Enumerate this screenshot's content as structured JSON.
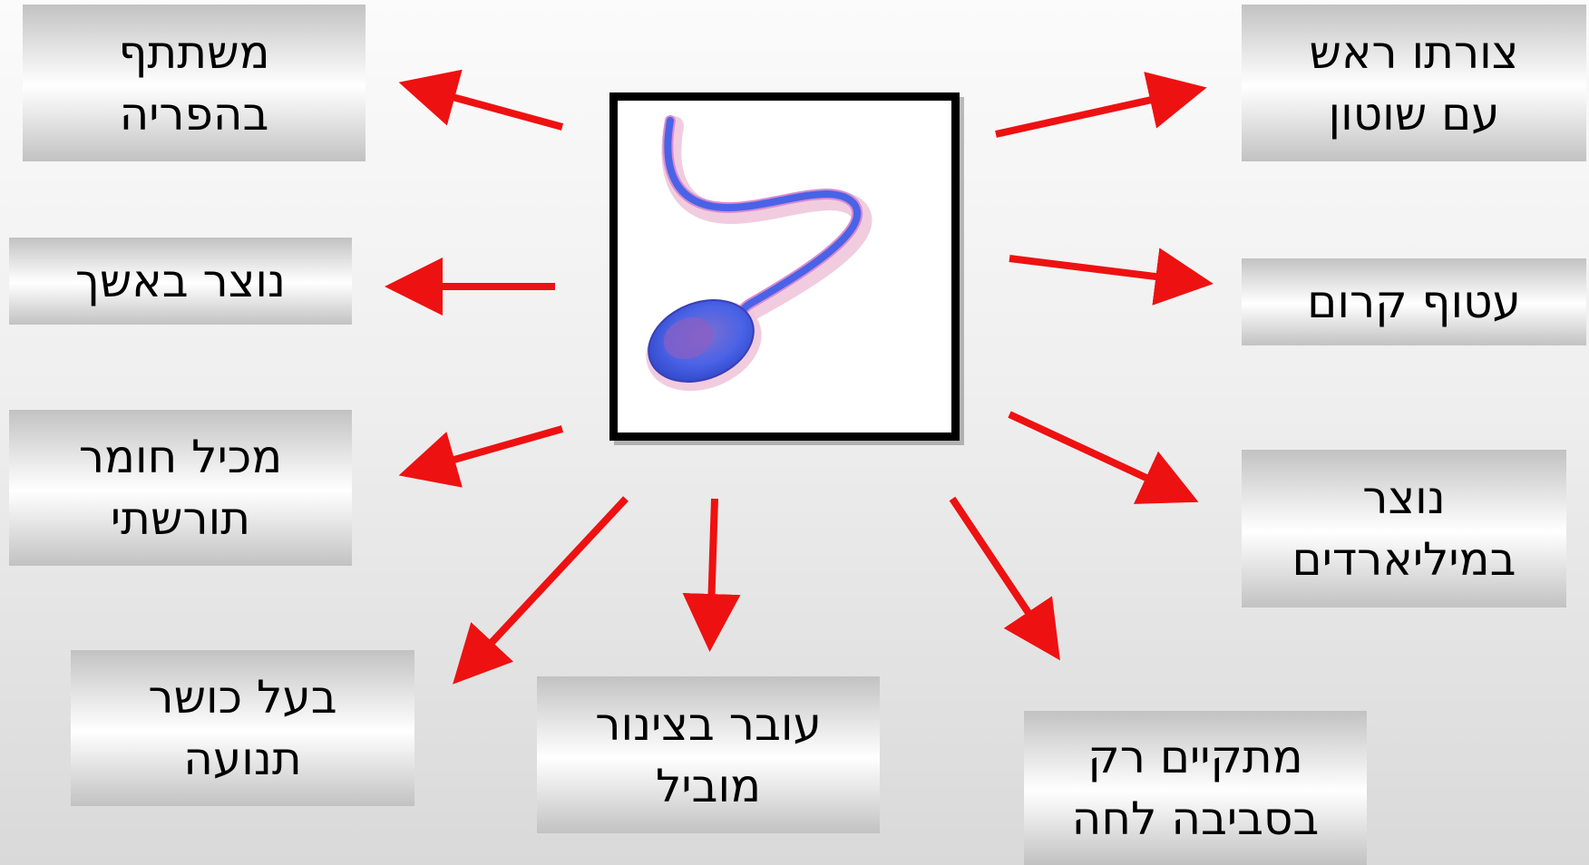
{
  "labels": {
    "top_left": "משתתף\nבהפריה",
    "mid_left": "נוצר באשך",
    "lower_left": "מכיל חומר\nתורשתי",
    "bottom_left": "בעל כושר\nתנועה",
    "bottom_center": "עובר בצינור\nמוביל",
    "bottom_right": "מתקיים רק\nבסביבה לחה",
    "top_right": "צורתו ראש\nעם שוטון",
    "mid_right": "עטוף קרום",
    "lower_right": "נוצר\nבמיליארדים"
  },
  "colors": {
    "arrow": "#ee1111",
    "frame_border": "#000000",
    "cell_body": "#4a63e6",
    "cell_nucleus": "#8a5fc4",
    "cell_halo": "#e9a0c8"
  },
  "center_image": {
    "icon": "sperm-cell-icon"
  }
}
